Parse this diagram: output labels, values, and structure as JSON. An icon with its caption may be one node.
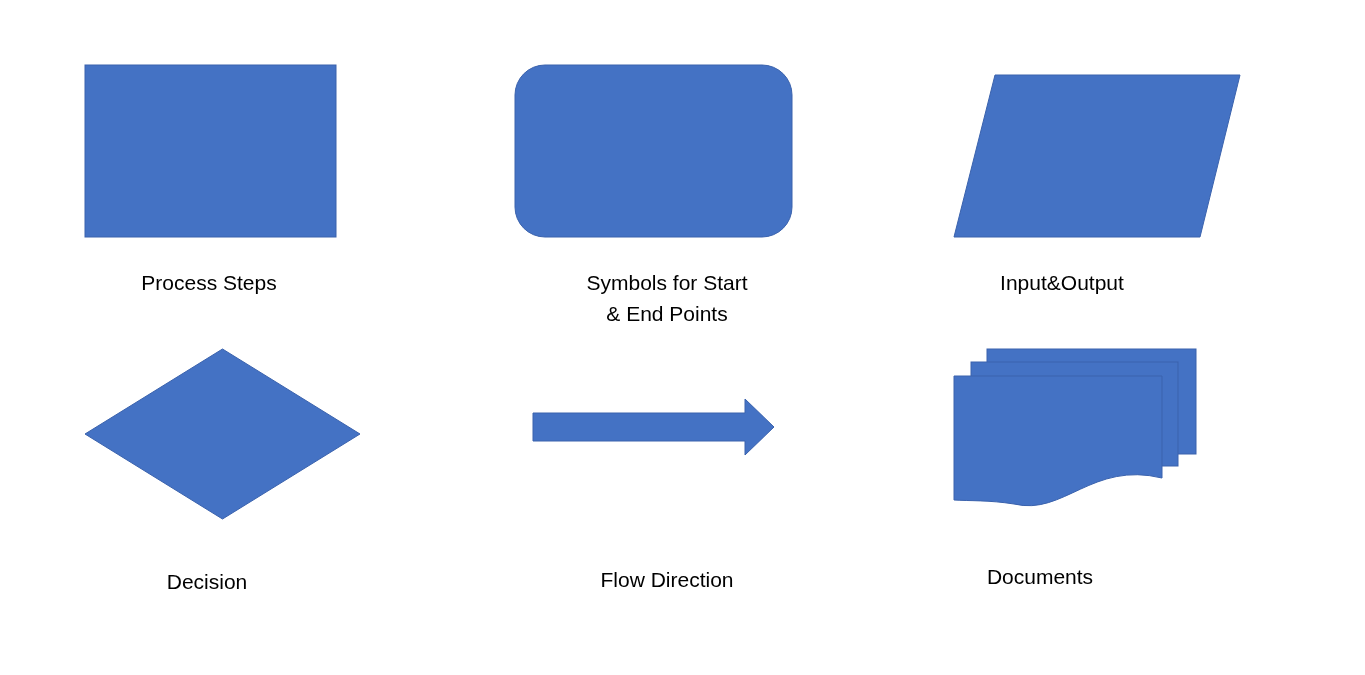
{
  "diagram": {
    "nodes": [
      {
        "text": [],
        "shape": "box",
        "beside": [
          "Process Steps"
        ]
      },
      {
        "text": [],
        "shape": "rounded",
        "beside": [
          "Symbols for Start & End Points"
        ]
      },
      {
        "text": [],
        "shape": "parallelogram",
        "beside": [
          "Input&Output"
        ]
      },
      {
        "text": [],
        "shape": "diamond",
        "beside": [
          "Decision"
        ]
      },
      {
        "text": [],
        "shape": "arrow"
      },
      {
        "text": [],
        "shape": "documents",
        "beside": [
          "Documents"
        ]
      }
    ],
    "labels": [
      "Flow Direction"
    ]
  }
}
